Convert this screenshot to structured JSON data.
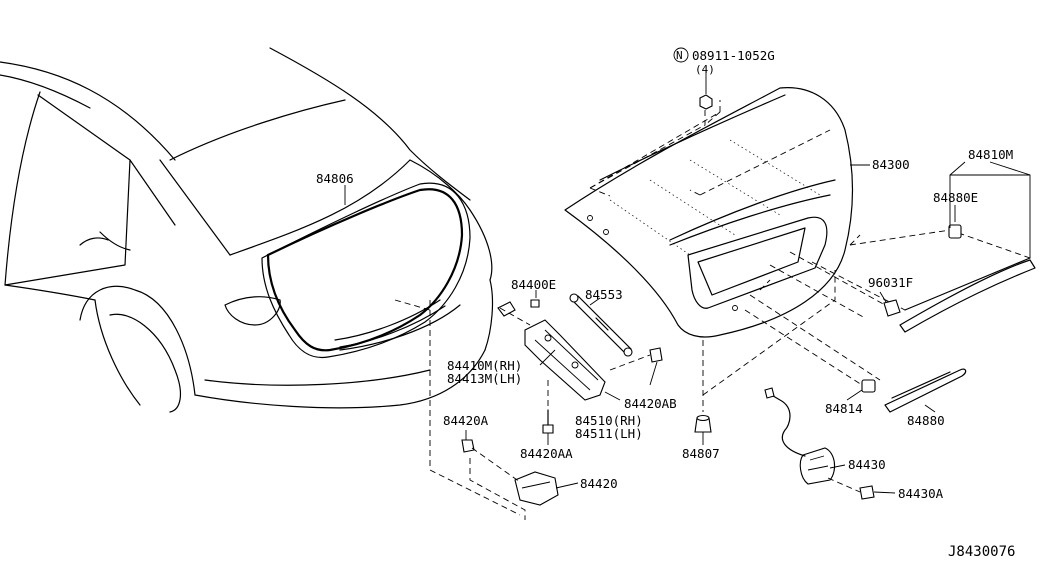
{
  "diagram": {
    "reference": "J8430076",
    "callouts": [
      {
        "id": "p84806",
        "text": "84806"
      },
      {
        "id": "p08911",
        "text": "08911-1052G"
      },
      {
        "id": "p08911q",
        "text": "(4)"
      },
      {
        "id": "p84300",
        "text": "84300"
      },
      {
        "id": "p84810m",
        "text": "84810M"
      },
      {
        "id": "p84880e",
        "text": "84880E"
      },
      {
        "id": "p96031f",
        "text": "96031F"
      },
      {
        "id": "p84400e",
        "text": "84400E"
      },
      {
        "id": "p84553",
        "text": "84553"
      },
      {
        "id": "p84410m",
        "text": "84410M(RH)"
      },
      {
        "id": "p84413m",
        "text": "84413M(LH)"
      },
      {
        "id": "p84420ab",
        "text": "84420AB"
      },
      {
        "id": "p84510",
        "text": "84510(RH)"
      },
      {
        "id": "p84511",
        "text": "84511(LH)"
      },
      {
        "id": "p84420a",
        "text": "84420A"
      },
      {
        "id": "p84420aa",
        "text": "84420AA"
      },
      {
        "id": "p84807",
        "text": "84807"
      },
      {
        "id": "p84814",
        "text": "84814"
      },
      {
        "id": "p84880",
        "text": "84880"
      },
      {
        "id": "p84430",
        "text": "84430"
      },
      {
        "id": "p84430a",
        "text": "84430A"
      },
      {
        "id": "p84420",
        "text": "84420"
      }
    ],
    "nut_symbol": "N"
  }
}
